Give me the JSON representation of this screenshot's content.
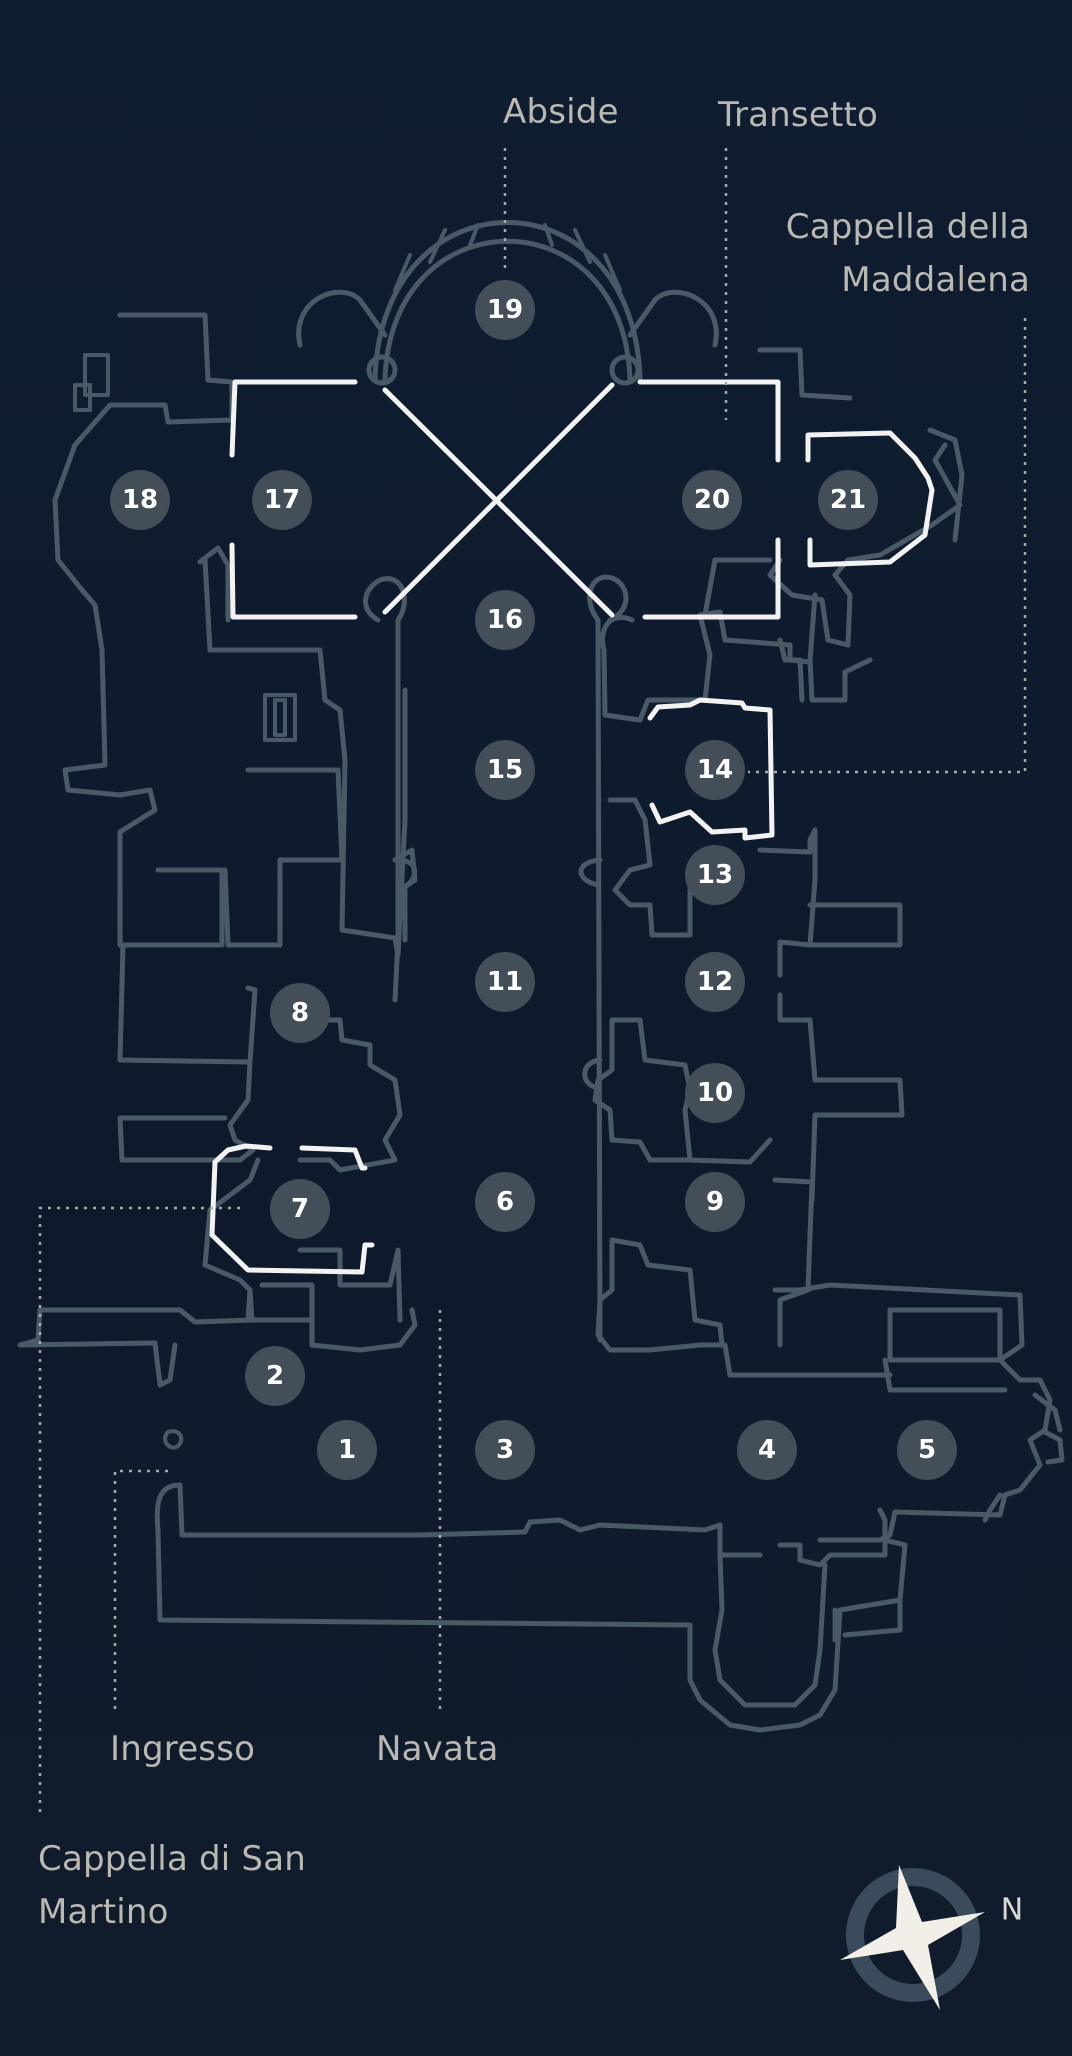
{
  "labels": {
    "abside": "Abside",
    "transetto": "Transetto",
    "maddalena_line1": "Cappella della",
    "maddalena_line2": "Maddalena",
    "ingresso": "Ingresso",
    "navata": "Navata",
    "sanmartino_line1": "Cappella di San",
    "sanmartino_line2": "Martino"
  },
  "compass": {
    "north_label": "N"
  },
  "markers": [
    "19",
    "18",
    "17",
    "20",
    "21",
    "16",
    "15",
    "14",
    "13",
    "11",
    "12",
    "8",
    "10",
    "7",
    "6",
    "9",
    "2",
    "1",
    "3",
    "4",
    "5"
  ],
  "colors": {
    "background": "#0f1b2e",
    "walls": "#4a5966",
    "highlight": "#f2f2f2",
    "marker": "#434e59",
    "label": "#b9b8b2"
  }
}
